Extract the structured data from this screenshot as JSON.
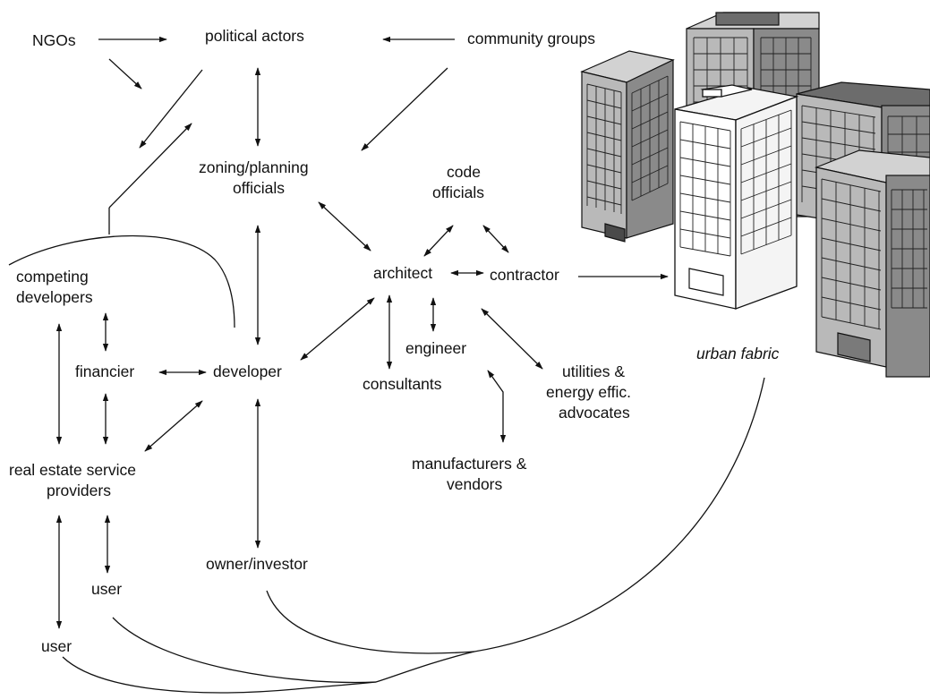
{
  "nodes": {
    "ngos": "NGOs",
    "political_actors": "political actors",
    "community_groups": "community groups",
    "zoning_line1": "zoning/planning",
    "zoning_line2": "officials",
    "code_line1": "code",
    "code_line2": "officials",
    "architect": "architect",
    "contractor": "contractor",
    "competing_line1": "competing",
    "competing_line2": "developers",
    "financier": "financier",
    "developer": "developer",
    "engineer": "engineer",
    "consultants": "consultants",
    "utilities_line1": "utilities &",
    "utilities_line2": "energy effic.",
    "utilities_line3": "advocates",
    "urban_fabric": "urban fabric",
    "real_estate_line1": "real estate service",
    "real_estate_line2": "providers",
    "manufacturers_line1": "manufacturers &",
    "manufacturers_line2": "vendors",
    "owner_investor": "owner/investor",
    "user_upper": "user",
    "user_lower": "user"
  },
  "illustration": {
    "subject": "urban-buildings-cluster",
    "colors": {
      "building_front": "#b9b9b9",
      "building_side": "#8a8a8a",
      "building_roof": "#d2d2d2",
      "highlight_building": "#ffffff"
    }
  }
}
